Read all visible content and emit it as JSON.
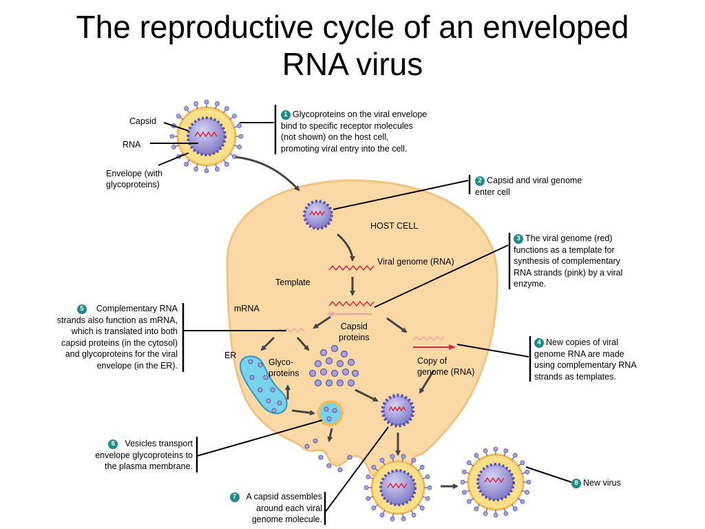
{
  "title": {
    "line1": "The reproductive cycle of an enveloped",
    "line2": "RNA virus"
  },
  "labels": {
    "capsid": "Capsid",
    "rna": "RNA",
    "envelope_line1": "Envelope (with",
    "envelope_line2": "glycoproteins)",
    "host_cell": "HOST CELL",
    "viral_genome": "Viral genome (RNA)",
    "template": "Template",
    "mrna": "mRNA",
    "capsid_proteins_line1": "Capsid",
    "capsid_proteins_line2": "proteins",
    "er": "ER",
    "glyco_line1": "Glyco-",
    "glyco_line2": "proteins",
    "copy_line1": "Copy of",
    "copy_line2": "genome (RNA)"
  },
  "steps": [
    {
      "number": "1",
      "lines": [
        "Glycoproteins on the viral envelope",
        "bind to specific receptor molecules",
        "(not  shown) on the host cell,",
        "promoting viral entry into the cell."
      ]
    },
    {
      "number": "2",
      "lines": [
        "Capsid and viral genome",
        "enter cell"
      ]
    },
    {
      "number": "3",
      "lines": [
        "The viral genome (red)",
        "functions as a template for",
        "synthesis of complementary",
        "RNA strands (pink) by a viral",
        "enzyme."
      ]
    },
    {
      "number": "4",
      "lines": [
        "New copies of viral",
        "genome RNA are made",
        "using complementary RNA",
        "strands as templates."
      ]
    },
    {
      "number": "5",
      "lines": [
        "Complementary RNA",
        "strands also function as mRNA,",
        "which is translated into both",
        "capsid proteins (in the cytosol)",
        "and glycoproteins for the viral",
        "envelope (in the ER)."
      ]
    },
    {
      "number": "6",
      "lines": [
        "Vesicles transport",
        "envelope glycoproteins to",
        "the plasma membrane."
      ]
    },
    {
      "number": "7",
      "lines": [
        "A capsid assembles",
        "around each viral",
        "genome molecule."
      ]
    },
    {
      "number": "8",
      "lines": [
        "New virus"
      ]
    }
  ],
  "colors": {
    "cell": "#fbd9a6",
    "cell_edge": "#f3c27f",
    "capsid": "#8a84cf",
    "capsid_edge": "#5a54a6",
    "rna": "#d6283c",
    "complementary_rna": "#f0a3a6",
    "envelope": "#f4d26a",
    "er": "#7ad3ee",
    "marker": "#1f8a8a"
  }
}
